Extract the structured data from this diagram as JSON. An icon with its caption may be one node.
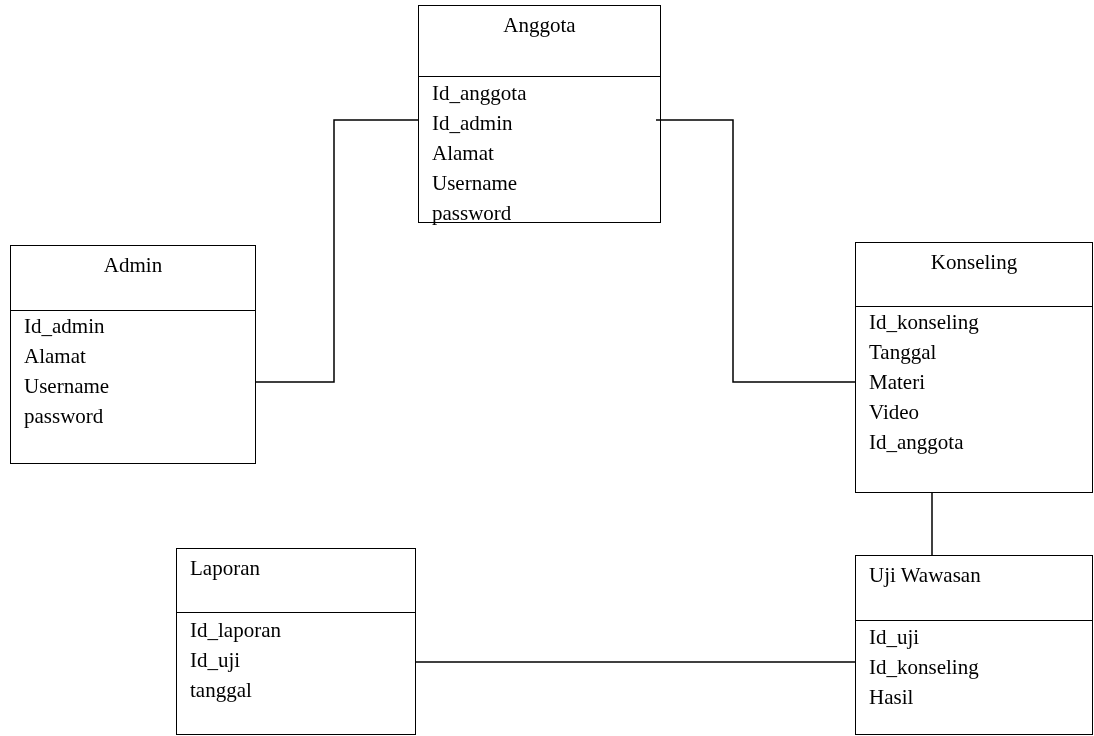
{
  "diagram": {
    "nodes": [
      {
        "text": [
          "Anggota",
          "Id_anggota",
          "Id_admin",
          "Alamat",
          "Username",
          "password"
        ]
      },
      {
        "text": [
          "Admin",
          "Id_admin",
          "Alamat",
          "Username",
          "password"
        ]
      },
      {
        "text": [
          "Konseling",
          "Id_konseling",
          "Tanggal",
          "Materi",
          "Video",
          "Id_anggota"
        ]
      },
      {
        "text": [
          "Laporan",
          "Id_laporan",
          "Id_uji",
          "tanggal"
        ]
      },
      {
        "text": [
          "Uji Wawasan",
          "Id_uji",
          "Id_konseling",
          "Hasil"
        ]
      }
    ],
    "edges": [
      {
        "from": 1,
        "to": 0,
        "arrow": "none"
      },
      {
        "from": 0,
        "to": 2,
        "arrow": "none"
      },
      {
        "from": 2,
        "to": 4,
        "arrow": "none"
      },
      {
        "from": 3,
        "to": 4,
        "arrow": "none"
      }
    ]
  }
}
